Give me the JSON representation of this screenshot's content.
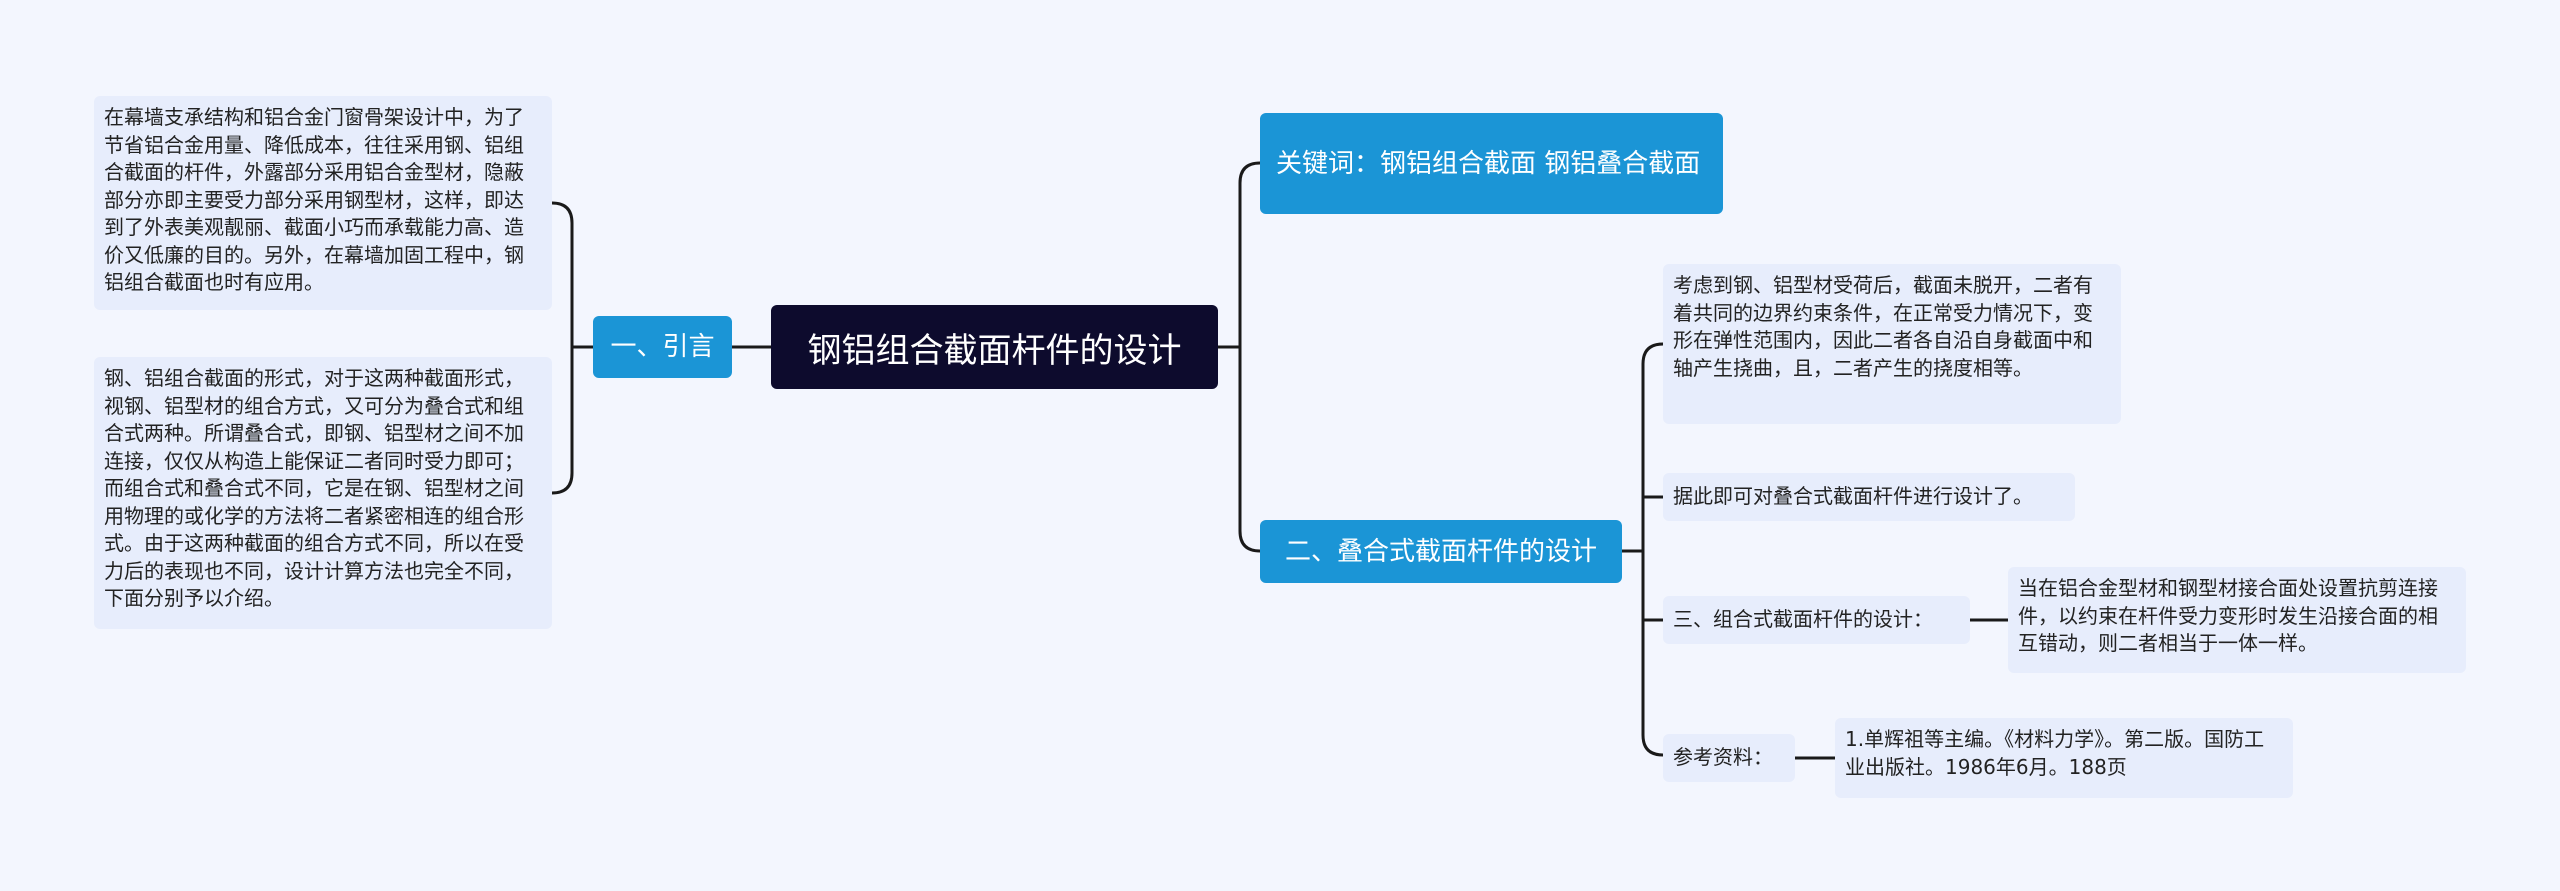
{
  "root": {
    "title": "钢铝组合截面杆件的设计"
  },
  "left": {
    "branch": "一、引言",
    "leaves": [
      "在幕墙支承结构和铝合金门窗骨架设计中，为了节省铝合金用量、降低成本，往往采用钢、铝组合截面的杆件，外露部分采用铝合金型材，隐蔽部分亦即主要受力部分采用钢型材，这样，即达到了外表美观靓丽、截面小巧而承载能力高、造价又低廉的目的。另外，在幕墙加固工程中，钢铝组合截面也时有应用。",
      "钢、铝组合截面的形式，对于这两种截面形式，视钢、铝型材的组合方式，又可分为叠合式和组合式两种。所谓叠合式，即钢、铝型材之间不加连接，仅仅从构造上能保证二者同时受力即可；而组合式和叠合式不同，它是在钢、铝型材之间用物理的或化学的方法将二者紧密相连的组合形式。由于这两种截面的组合方式不同，所以在受力后的表现也不同，设计计算方法也完全不同，下面分别予以介绍。"
    ]
  },
  "right": {
    "keywords": "关键词：钢铝组合截面 钢铝叠合截面",
    "branch2": "二、叠合式截面杆件的设计",
    "children": [
      "考虑到钢、铝型材受荷后，截面未脱开，二者有着共同的边界约束条件，在正常受力情况下，变形在弹性范围内，因此二者各自沿自身截面中和轴产生挠曲，且，二者产生的挠度相等。",
      "据此即可对叠合式截面杆件进行设计了。",
      "三、组合式截面杆件的设计：",
      "参考资料："
    ],
    "grandchildren": {
      "combined": "当在铝合金型材和钢型材接合面处设置抗剪连接件，以约束在杆件受力变形时发生沿接合面的相互错动，则二者相当于一体一样。",
      "references": "1.单辉祖等主编。《材料力学》。第二版。国防工业出版社。1986年6月。188页"
    }
  },
  "colors": {
    "background": "#f3f6fe",
    "root_fill": "#0d0b2d",
    "branch_fill": "#1b95d6",
    "leaf_fill": "#e7edfc",
    "connector": "#1a1a1a"
  }
}
